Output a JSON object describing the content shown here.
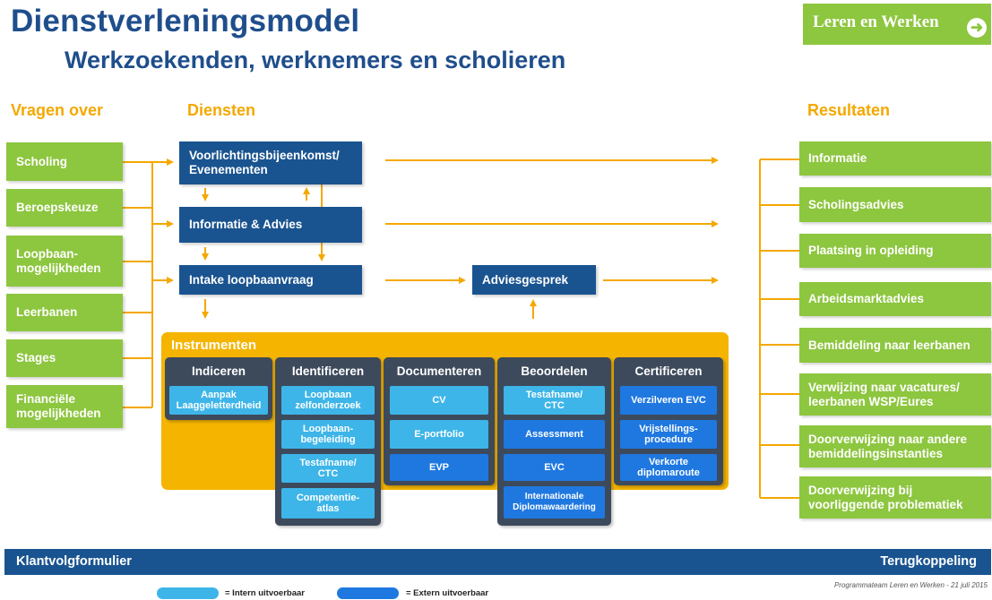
{
  "header": {
    "title": "Dienstverleningsmodel",
    "subtitle": "Werkzoekenden, werknemers en scholieren",
    "nav_button": "Leren en Werken",
    "nav_icon": "arrow-right-icon"
  },
  "columns": {
    "left": "Vragen over",
    "middle": "Diensten",
    "right": "Resultaten"
  },
  "vragen": [
    "Scholing",
    "Beroepskeuze",
    "Loopbaan-\nmogelijkheden",
    "Leerbanen",
    "Stages",
    "Financiële\nmogelijkheden"
  ],
  "diensten": {
    "voorlichting": "Voorlichtingsbijeenkomst/\nEvenementen",
    "informatie": "Informatie & Advies",
    "intake": "Intake loopbaanvraag",
    "adviesgesprek": "Adviesgesprek"
  },
  "resultaten": [
    "Informatie",
    "Scholingsadvies",
    "Plaatsing in opleiding",
    "Arbeidsmarktadvies",
    "Bemiddeling naar leerbanen",
    "Verwijzing naar vacatures/\nleerbanen WSP/Eures",
    "Doorverwijzing naar andere\nbemiddelingsinstanties",
    "Doorverwijzing bij\nvoorliggende problematiek"
  ],
  "instrumenten": {
    "title": "Instrumenten",
    "groups": [
      {
        "name": "Indiceren",
        "items": [
          "Aanpak\nLaaggeletterdheid"
        ]
      },
      {
        "name": "Identificeren",
        "items": [
          "Loopbaan\nzelfonderzoek",
          "Loopbaan-\nbegeleiding",
          "Testafname/\nCTC",
          "Competentie-\natlas"
        ]
      },
      {
        "name": "Documenteren",
        "items": [
          "CV",
          "E-portfolio",
          "EVP"
        ]
      },
      {
        "name": "Beoordelen",
        "items": [
          "Testafname/\nCTC",
          "Assessment",
          "EVC",
          "Internationale\nDiplomawaardering"
        ]
      },
      {
        "name": "Certificeren",
        "items": [
          "Verzilveren EVC",
          "Vrijstellings-\nprocedure",
          "Verkorte\ndiplomaroute"
        ]
      }
    ]
  },
  "footer": {
    "left": "Klantvolgformulier",
    "right": "Terugkoppeling",
    "credit": "Programmateam Leren en Werken - 21 juli 2015"
  },
  "legend": {
    "intern": "= Intern uitvoerbaar",
    "extern": "= Extern uitvoerbaar"
  },
  "colors": {
    "green": "#8dc63f",
    "navy": "#1a5490",
    "orange": "#f4a800",
    "instr_bg": "#f5b400",
    "col_bg": "#3d4a5c",
    "intern": "#3db5e8",
    "extern": "#1f78e0"
  }
}
